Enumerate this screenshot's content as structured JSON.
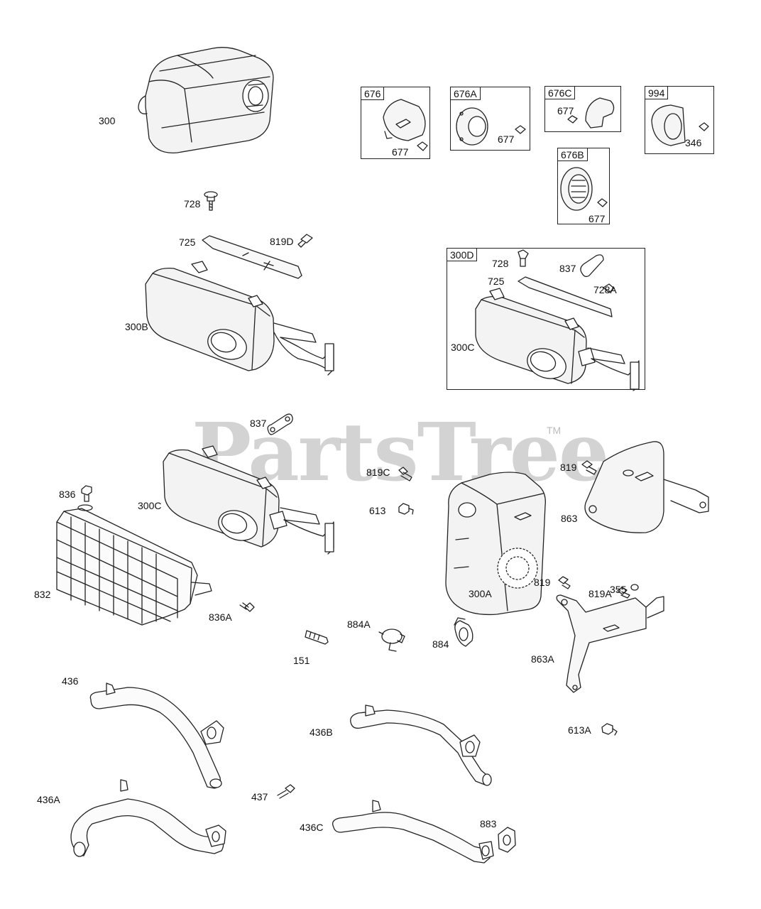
{
  "watermark": {
    "text": "PartsTree",
    "tm": "TM"
  },
  "boxes": {
    "b676": "676",
    "b676A": "676A",
    "b676C": "676C",
    "b994": "994",
    "b676B": "676B",
    "b300D": "300D"
  },
  "labels": {
    "l300": "300",
    "l728_top": "728",
    "l725_top": "725",
    "l819D": "819D",
    "l300B": "300B",
    "l677_a": "677",
    "l677_b": "677",
    "l677_c": "677",
    "l346": "346",
    "l677_d": "677",
    "l728_box": "728",
    "l837_box": "837",
    "l725_box": "725",
    "l728A": "728A",
    "l300C_box": "300C",
    "l837_mid": "837",
    "l819C": "819C",
    "l613": "613",
    "l819_right": "819",
    "l863": "863",
    "l836": "836",
    "l300C_mid": "300C",
    "l832": "832",
    "l836A": "836A",
    "l300A": "300A",
    "l819_low": "819",
    "l819A": "819A",
    "l355": "355",
    "l884A": "884A",
    "l884": "884",
    "l151": "151",
    "l863A": "863A",
    "l436": "436",
    "l436B": "436B",
    "l613A": "613A",
    "l436A": "436A",
    "l437": "437",
    "l436C": "436C",
    "l883": "883"
  }
}
